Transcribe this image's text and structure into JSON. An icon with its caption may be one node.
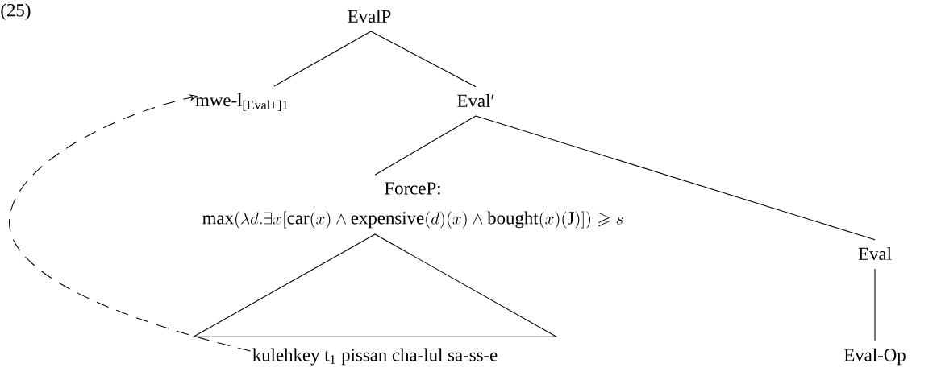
{
  "diagram": {
    "nodes": [
      {
        "text": [
          "EvalP"
        ]
      },
      {
        "text": [
          "mwe-l$_{[Eval+]1}$"
        ]
      },
      {
        "text": [
          "Eval′"
        ]
      },
      {
        "text": [
          "ForceP:",
          "\\textsc{max}(\\lambda d.\\exists x[\\mathrm{car}(x) \\wedge \\mathrm{expensive}(d)(x) \\wedge \\mathrm{bought}(x)(\\mathrm{J})]) \\geqslant s"
        ]
      },
      {
        "text": [
          "Eval"
        ]
      },
      {
        "text": [
          "kulehkey t$_{1}$ pissan cha-lul sa-ss-e"
        ]
      },
      {
        "text": [
          "Eval-Op"
        ]
      }
    ],
    "edges": [
      {
        "from": 0,
        "to": 1,
        "arrow": "none"
      },
      {
        "from": 0,
        "to": 2,
        "arrow": "none"
      },
      {
        "from": 2,
        "to": 3,
        "arrow": "none"
      },
      {
        "from": 2,
        "to": 4,
        "arrow": "none"
      },
      {
        "from": 3,
        "to": 5,
        "arrow": "none"
      },
      {
        "from": 4,
        "to": 6,
        "arrow": "none"
      },
      {
        "from": 5,
        "to": 1,
        "arrow": "to",
        "style": "dashed"
      }
    ],
    "labels": [
      "(25)"
    ]
  }
}
